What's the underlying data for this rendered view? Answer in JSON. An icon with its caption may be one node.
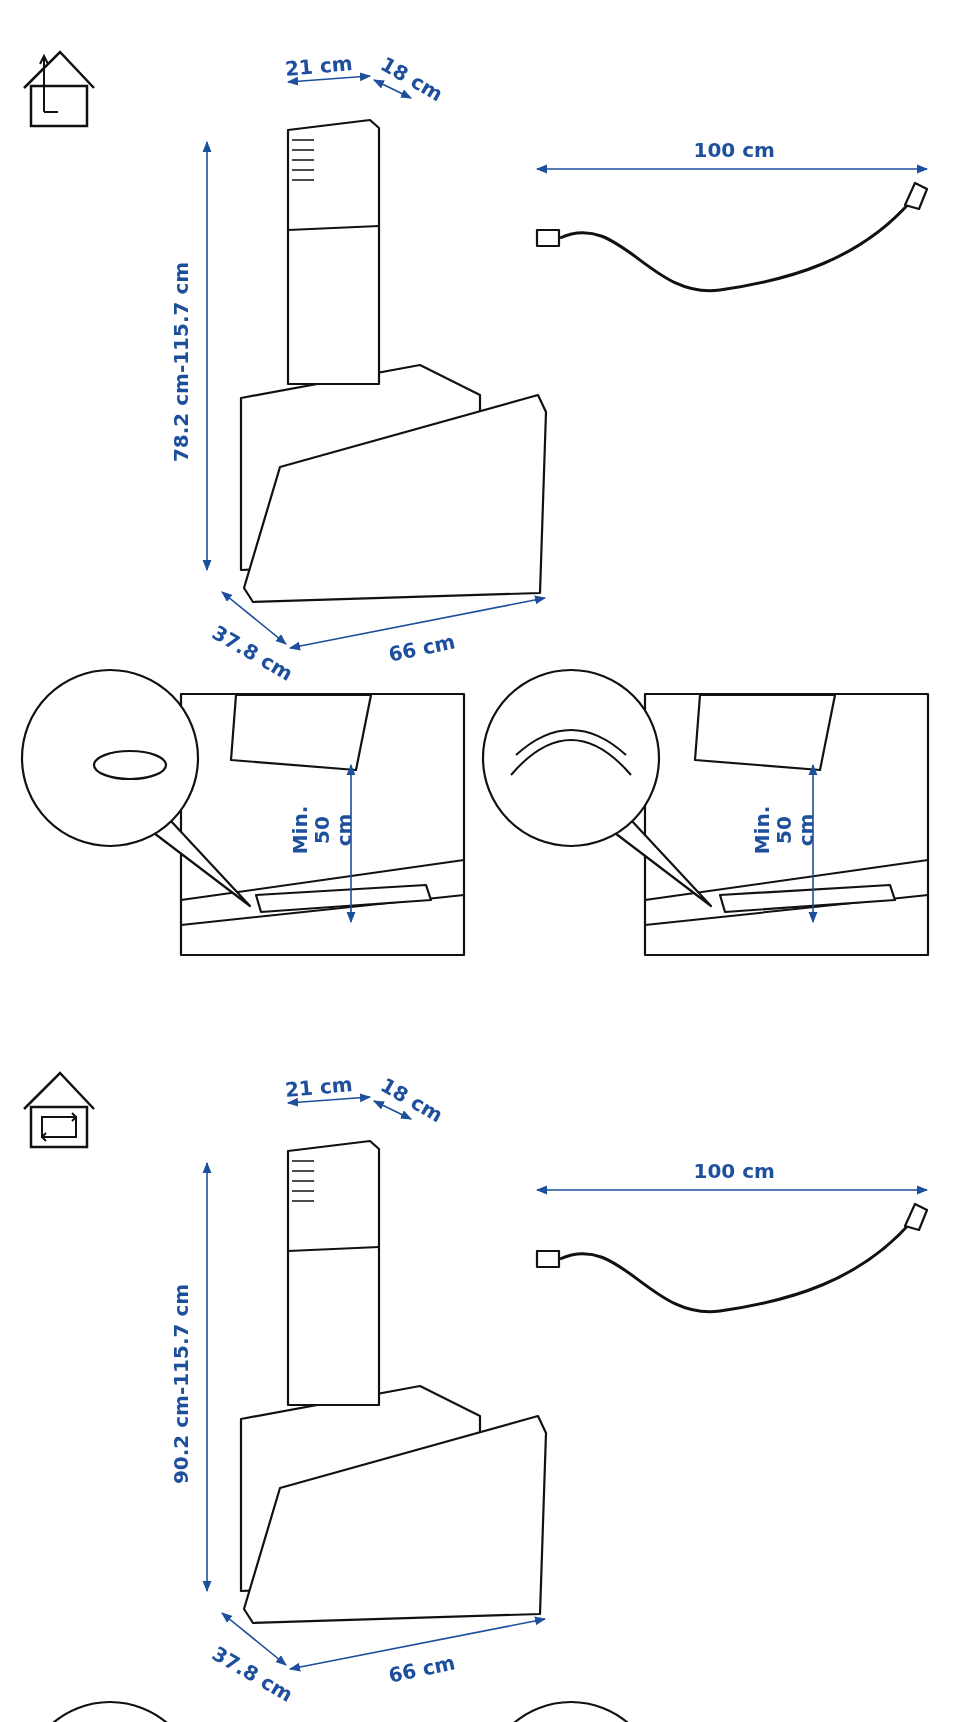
{
  "diagram": {
    "labels": [
      "21 cm",
      "18 cm",
      "78.2 cm-115.7 cm",
      "100 cm",
      "37.8 cm",
      "66 cm",
      "Min. 50 cm",
      "Min. 50 cm",
      "21 cm",
      "18 cm",
      "90.2 cm-115.7 cm",
      "100 cm",
      "37.8 cm",
      "66 cm"
    ]
  }
}
